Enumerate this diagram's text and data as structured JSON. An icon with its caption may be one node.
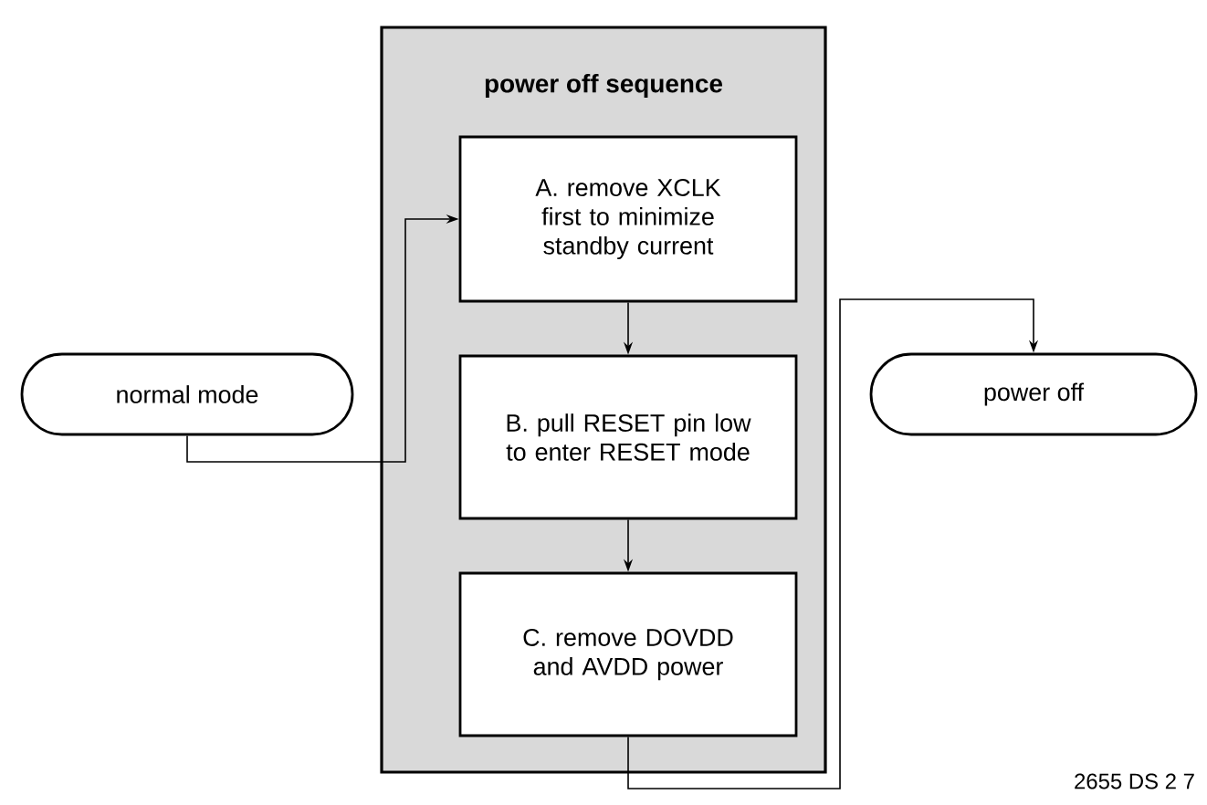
{
  "diagram": {
    "nodes": [
      {
        "text": [
          "power off sequence"
        ]
      },
      {
        "text": [
          "A. remove XCLK first to minimize standby current"
        ],
        "in": 0
      },
      {
        "text": [
          "B. pull RESET pin low to enter RESET mode"
        ],
        "in": 0
      },
      {
        "text": [
          "C. remove DOVDD and AVDD power"
        ],
        "in": 0
      },
      {
        "text": [
          "normal mode"
        ]
      },
      {
        "text": [
          "power off"
        ]
      }
    ],
    "edges": [
      {
        "from": 4,
        "to": 1,
        "arrow": "to"
      },
      {
        "from": 1,
        "to": 2,
        "arrow": "to"
      },
      {
        "from": 2,
        "to": 3,
        "arrow": "to"
      },
      {
        "from": 3,
        "to": 5,
        "arrow": "to"
      }
    ],
    "labels": [
      "2655 DS 2 7"
    ]
  }
}
